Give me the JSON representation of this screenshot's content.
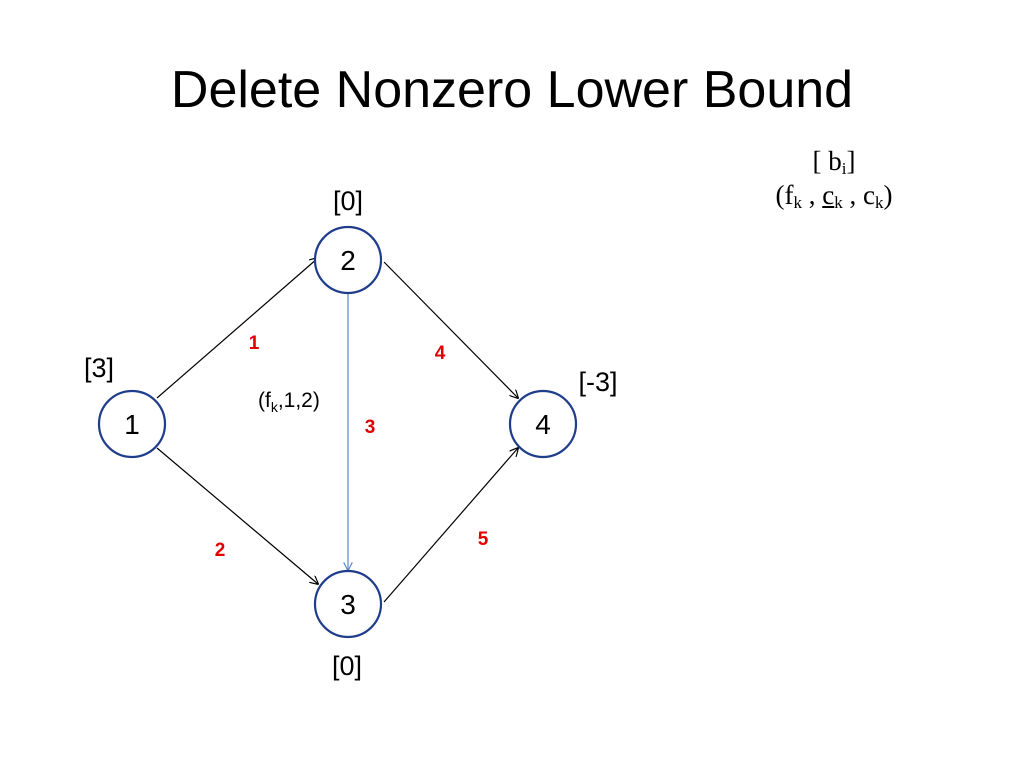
{
  "title": "Delete Nonzero Lower Bound",
  "legend": {
    "line1_open": "[ b",
    "line1_sub": "i",
    "line1_close": "]",
    "line2_open": "(f",
    "line2_f_sub": "k",
    "line2_sep1": " , ",
    "line2_cl": "c",
    "line2_cl_sub": "k",
    "line2_sep2": " , c",
    "line2_c_sub": "k",
    "line2_close": ")"
  },
  "nodes": [
    {
      "id": "1",
      "label": "1",
      "supply": "[3]"
    },
    {
      "id": "2",
      "label": "2",
      "supply": "[0]"
    },
    {
      "id": "3",
      "label": "3",
      "supply": "[0]"
    },
    {
      "id": "4",
      "label": "4",
      "supply": "[-3]"
    }
  ],
  "arcs": [
    {
      "id": "1",
      "from": "1",
      "to": "2",
      "label": "1"
    },
    {
      "id": "2",
      "from": "1",
      "to": "3",
      "label": "2"
    },
    {
      "id": "3",
      "from": "2",
      "to": "3",
      "label": "3",
      "highlight": true,
      "annotation_open": "(f",
      "annotation_sub": "k",
      "annotation_rest": ",1,2)"
    },
    {
      "id": "4",
      "from": "2",
      "to": "4",
      "label": "4"
    },
    {
      "id": "5",
      "from": "3",
      "to": "4",
      "label": "5"
    }
  ],
  "colors": {
    "node_stroke": "#1f3d8a",
    "arc": "#000000",
    "highlight_arc": "#5b86c8",
    "arc_number": "#e00000"
  }
}
